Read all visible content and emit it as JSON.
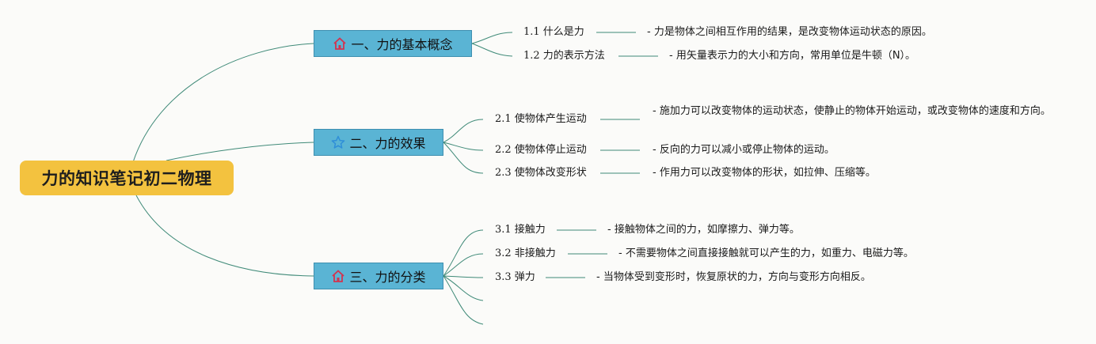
{
  "root": {
    "title": "力的知识笔记初二物理"
  },
  "topics": [
    {
      "label": "一、力的基本概念",
      "icon": "home-icon",
      "items": [
        {
          "label": "1.1 什么是力",
          "desc": "- 力是物体之间相互作用的结果，是改变物体运动状态的原因。"
        },
        {
          "label": "1.2 力的表示方法",
          "desc": "- 用矢量表示力的大小和方向，常用单位是牛顿（N）。"
        }
      ]
    },
    {
      "label": "二、力的效果",
      "icon": "star-icon",
      "items": [
        {
          "label": "2.1 使物体产生运动",
          "desc": "- 施加力可以改变物体的运动状态，使静止的物体开始运动，或改变物体的速度和方向。"
        },
        {
          "label": "2.2 使物体停止运动",
          "desc": "- 反向的力可以减小或停止物体的运动。"
        },
        {
          "label": "2.3 使物体改变形状",
          "desc": "- 作用力可以改变物体的形状，如拉伸、压缩等。"
        }
      ]
    },
    {
      "label": "三、力的分类",
      "icon": "home-icon",
      "items": [
        {
          "label": "3.1 接触力",
          "desc": "- 接触物体之间的力，如摩擦力、弹力等。"
        },
        {
          "label": "3.2 非接触力",
          "desc": "- 不需要物体之间直接接触就可以产生的力，如重力、电磁力等。"
        },
        {
          "label": "3.3 弹力",
          "desc": "- 当物体受到变形时，恢复原状的力，方向与变形方向相反。"
        }
      ]
    }
  ],
  "colors": {
    "root": "#f3c23f",
    "topic": "#5ab4d4",
    "line": "#3f8a78",
    "home_icon": "#d2334f",
    "star_icon": "#2f8fd8"
  }
}
